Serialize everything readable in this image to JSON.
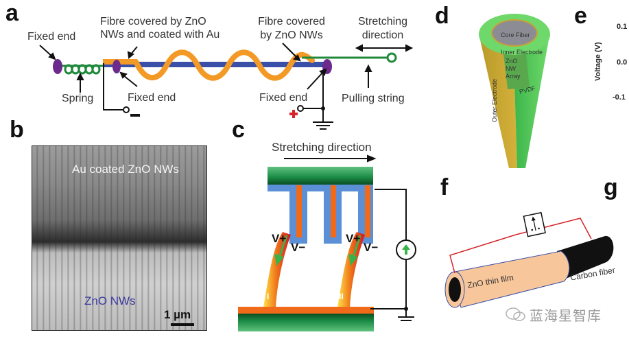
{
  "panels": {
    "a": {
      "label": "a",
      "fixed_end_left": "Fixed end",
      "spring": "Spring",
      "fibre_au_line1": "Fibre covered by ZnO",
      "fibre_au_line2": "NWs and coated with Au",
      "fixed_end_mid": "Fixed end",
      "fibre_zno_line1": "Fibre covered",
      "fibre_zno_line2": "by ZnO NWs",
      "fixed_end_right": "Fixed end",
      "stretch_line1": "Stretching",
      "stretch_line2": "direction",
      "pulling_string": "Pulling string",
      "minus": "−",
      "plus": "+"
    },
    "b": {
      "label": "b",
      "top_label": "Au coated ZnO NWs",
      "bottom_label": "ZnO NWs",
      "scale": "1 µm"
    },
    "c": {
      "label": "c",
      "stretch": "Stretching direction",
      "vplus_1": "V+",
      "vminus_1": "V−",
      "vplus_2": "V+",
      "vminus_2": "V−",
      "wire_1": "I",
      "wire_2": "II"
    },
    "d": {
      "label": "d",
      "core": "Core Fiber",
      "inner": "Inner Electrode",
      "zno1": "ZnO",
      "zno2": "NW",
      "zno3": "Array",
      "pvdf": "PVDF",
      "outer": "Outer Electrode"
    },
    "e": {
      "label": "e",
      "ylabel": "Voltage (V)",
      "ticks": [
        "0.1",
        "0.0",
        "-0.1"
      ]
    },
    "f": {
      "label": "f",
      "film": "ZnO  thin film",
      "fiber": "Carbon fiber"
    },
    "g": {
      "label": "g"
    }
  },
  "watermark": "蓝海星智库",
  "colors": {
    "orange": "#f39a26",
    "blue": "#3a4fa8",
    "green": "#1f8a3c",
    "purple": "#6b2a8c",
    "red_plus": "#d6242a"
  }
}
